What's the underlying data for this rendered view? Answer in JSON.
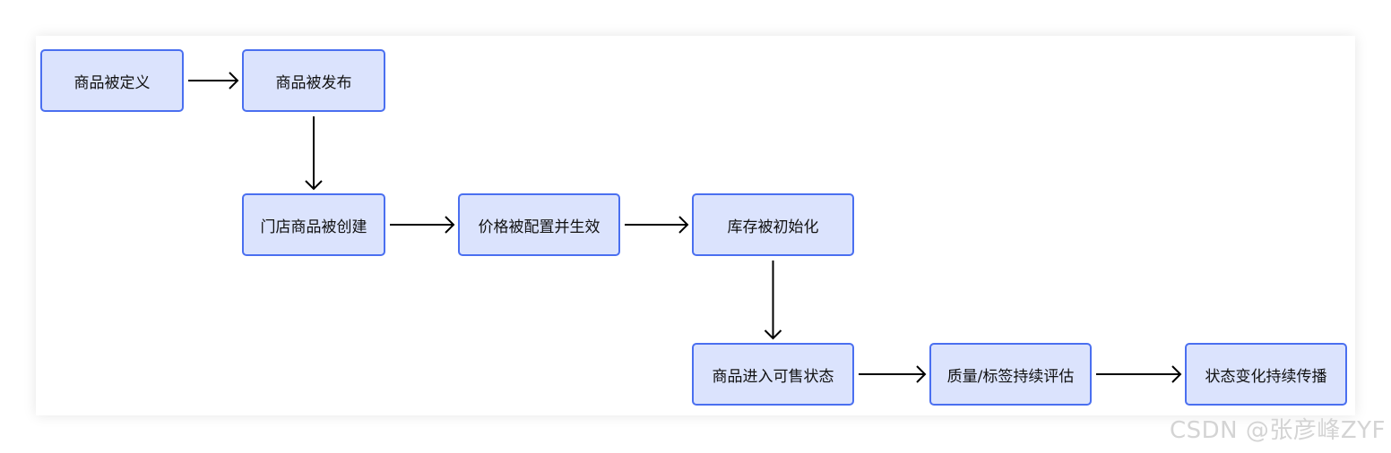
{
  "nodes": [
    {
      "id": "define",
      "label": "商品被定义"
    },
    {
      "id": "publish",
      "label": "商品被发布"
    },
    {
      "id": "store",
      "label": "门店商品被创建"
    },
    {
      "id": "price",
      "label": "价格被配置并生效"
    },
    {
      "id": "inventory",
      "label": "库存被初始化"
    },
    {
      "id": "sellable",
      "label": "商品进入可售状态"
    },
    {
      "id": "quality",
      "label": "质量/标签持续评估"
    },
    {
      "id": "propagate",
      "label": "状态变化持续传播"
    }
  ],
  "edges": [
    {
      "from": "define",
      "to": "publish"
    },
    {
      "from": "publish",
      "to": "store"
    },
    {
      "from": "store",
      "to": "price"
    },
    {
      "from": "price",
      "to": "inventory"
    },
    {
      "from": "inventory",
      "to": "sellable"
    },
    {
      "from": "sellable",
      "to": "quality"
    },
    {
      "from": "quality",
      "to": "propagate"
    }
  ],
  "colors": {
    "node_fill": "#dbe3fd",
    "node_border": "#4a6ff0",
    "edge": "#000000"
  },
  "watermark": "CSDN @张彦峰ZYF"
}
